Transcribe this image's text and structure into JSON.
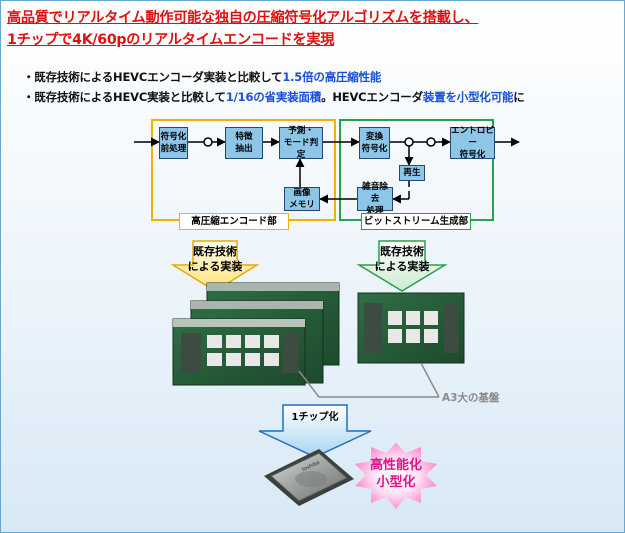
{
  "title": {
    "line1": "高品質でリアルタイム動作可能な独自の圧縮符号化アルゴリズムを搭載し、",
    "line2": "1チップで4K/60pのリアルタイムエンコードを実現"
  },
  "bullets": [
    {
      "pre": "・既存技術によるHEVCエンコーダ実装と比較して",
      "emph": "1.5倍の高圧縮性能",
      "post": ""
    },
    {
      "pre": "・既存技術によるHEVC実装と比較して",
      "emph": "1/16の省実装面積",
      "mid": "。HEVCエンコーダ",
      "emph2": "装置を小型化可能",
      "post": "に"
    }
  ],
  "diagram": {
    "left_region_label": "高圧縮エンコード部",
    "right_region_label": "ビットストリーム生成部",
    "blocks": {
      "preprocess": "符号化\n前処理",
      "feature": "特徴\n抽出",
      "predict": "予測・\nモード判定",
      "transform": "変換\n符号化",
      "entropy": "エントロピー\n符号化",
      "recon": "再生",
      "denoise": "雑音除去\n処理",
      "memory": "画像\nメモリ"
    }
  },
  "arrows": {
    "left": "既存技術\nによる実装",
    "right": "既存技術\nによる実装",
    "chip": "1チップ化"
  },
  "board_caption": "A3大の基盤",
  "chip_brand": "toshiba",
  "result_text": "高性能化\n小型化"
}
